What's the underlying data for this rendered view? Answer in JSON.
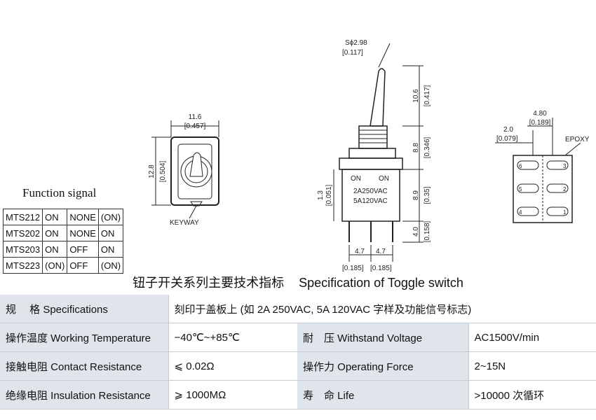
{
  "dimensions": {
    "stem_diameter": "Sϕ2.98",
    "stem_diameter_in": "[0.117]",
    "width": "11.6",
    "width_in": "[0.457]",
    "height": "12.8",
    "height_in": "[0.504]",
    "keyway": "KEYWAY",
    "lever_len": "10.6",
    "lever_len_in": "[0.417]",
    "thread_len": "8.8",
    "thread_len_in": "[0.346]",
    "body_len": "8.9",
    "body_len_in": "[0.35]",
    "pin_len": "4.0",
    "pin_len_in": "[0.158]",
    "shoulder": "1.3",
    "shoulder_in": "[0.051]",
    "pitch_a": "4.7",
    "pitch_b": "4.7",
    "pitch_a_in": "[0.185]",
    "pitch_b_in": "[0.185]",
    "body_on_left": "ON",
    "body_on_right": "ON",
    "rating_1": "2A250VAC",
    "rating_2": "5A120VAC",
    "pin_spacing": "4.80",
    "pin_spacing_in": "[0.189]",
    "pin_offset": "2.0",
    "pin_offset_in": "[0.079]",
    "epoxy": "EPOXY",
    "pins": [
      "6",
      "5",
      "4",
      "3",
      "2",
      "1"
    ]
  },
  "function_signal": {
    "title": "Function signal",
    "rows": [
      [
        "MTS212",
        "ON",
        "NONE",
        "(ON)"
      ],
      [
        "MTS202",
        "ON",
        "NONE",
        "ON"
      ],
      [
        "MTS203",
        "ON",
        "OFF",
        "ON"
      ],
      [
        "MTS223",
        "(ON)",
        "OFF",
        "(ON)"
      ]
    ]
  },
  "spec": {
    "title_cn": "钮子开关系列主要技术指标",
    "title_en": "Specification of Toggle switch",
    "row1_label": "规　 格 Specifications",
    "row1_value": "刻印于盖板上 (如 2A 250VAC, 5A 120VAC 字样及功能信号标志)",
    "row2_label": "操作温度 Working Temperature",
    "row2_value": "−40℃~+85℃",
    "row2_label2": "耐　压 Withstand Voltage",
    "row2_value2": "AC1500V/min",
    "row3_label": "接触电阻 Contact Resistance",
    "row3_value": "⩽ 0.02Ω",
    "row3_label2": "操作力 Operating Force",
    "row3_value2": "2~15N",
    "row4_label": "绝缘电阻 Insulation Resistance",
    "row4_value": "⩾ 1000MΩ",
    "row4_label2": "寿　命 Life",
    "row4_value2": ">10000 次循环"
  }
}
